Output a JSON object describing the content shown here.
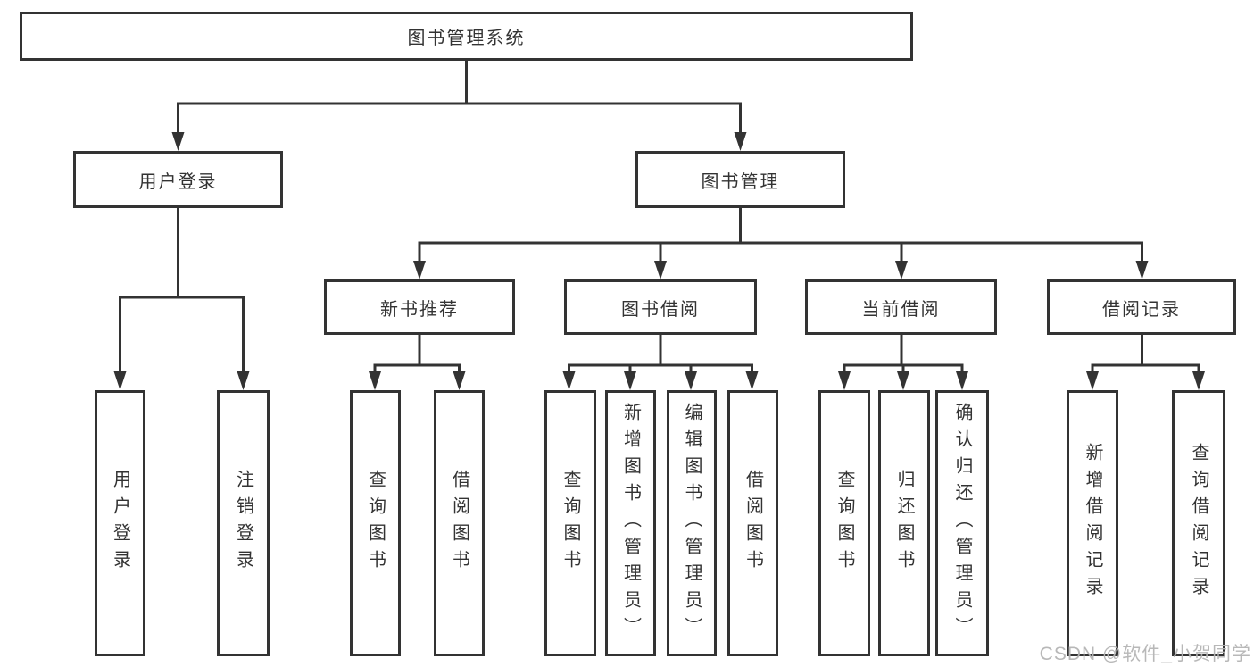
{
  "tree": {
    "label": "图书管理系统",
    "children": [
      {
        "label": "用户登录",
        "children": [
          {
            "label": "用户登录"
          },
          {
            "label": "注销登录"
          }
        ]
      },
      {
        "label": "图书管理",
        "children": [
          {
            "label": "新书推荐",
            "children": [
              {
                "label": "查询图书"
              },
              {
                "label": "借阅图书"
              }
            ]
          },
          {
            "label": "图书借阅",
            "children": [
              {
                "label": "查询图书"
              },
              {
                "label": "新增图书（管理员）"
              },
              {
                "label": "编辑图书（管理员）"
              },
              {
                "label": "借阅图书"
              }
            ]
          },
          {
            "label": "当前借阅",
            "children": [
              {
                "label": "查询图书"
              },
              {
                "label": "归还图书"
              },
              {
                "label": "确认归还（管理员）"
              }
            ]
          },
          {
            "label": "借阅记录",
            "children": [
              {
                "label": "新增借阅记录"
              },
              {
                "label": "查询借阅记录"
              }
            ]
          }
        ]
      }
    ]
  },
  "watermark": {
    "text": "CSDN @软件_小贺同学"
  },
  "colors": {
    "line": "#333333",
    "text": "#333333",
    "box_background": "#ffffff",
    "page_background": "#ffffff",
    "watermark": "#b5b5b5"
  }
}
